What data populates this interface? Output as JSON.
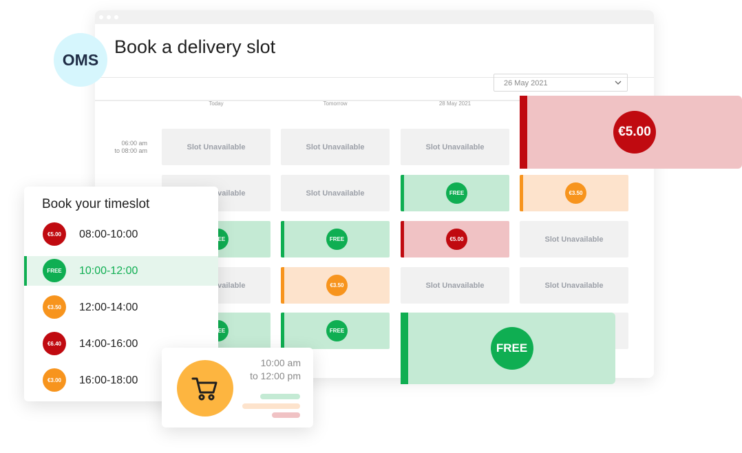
{
  "badge": {
    "label": "OMS"
  },
  "header": {
    "title": "Book a delivery slot"
  },
  "date_select": {
    "value": "26 May 2021"
  },
  "grid": {
    "days": [
      "Today",
      "Tomorrow",
      "28 May 2021"
    ],
    "first_time": {
      "from": "06:00 am",
      "to": "to 08:00 am"
    },
    "unavailable_label": "Slot Unavailable"
  },
  "prices": {
    "free": "FREE",
    "mid": "€3.50",
    "high": "€5.00"
  },
  "highlight": {
    "top_price": "€5.00",
    "bottom_price": "FREE"
  },
  "timeslot_card": {
    "title": "Book your timeslot",
    "slots": [
      {
        "price": "€5.00",
        "time": "08:00-10:00"
      },
      {
        "price": "FREE",
        "time": "10:00-12:00"
      },
      {
        "price": "€3.50",
        "time": "12:00-14:00"
      },
      {
        "price": "€6.40",
        "time": "14:00-16:00"
      },
      {
        "price": "€3.00",
        "time": "16:00-18:00"
      }
    ]
  },
  "cart_card": {
    "time_from": "10:00 am",
    "time_to": "to 12:00 pm"
  },
  "colors": {
    "free": "#0fae52",
    "mid": "#f7941d",
    "high": "#c00a10",
    "cart": "#fdb540",
    "oms_bg": "#d6f6fd"
  }
}
